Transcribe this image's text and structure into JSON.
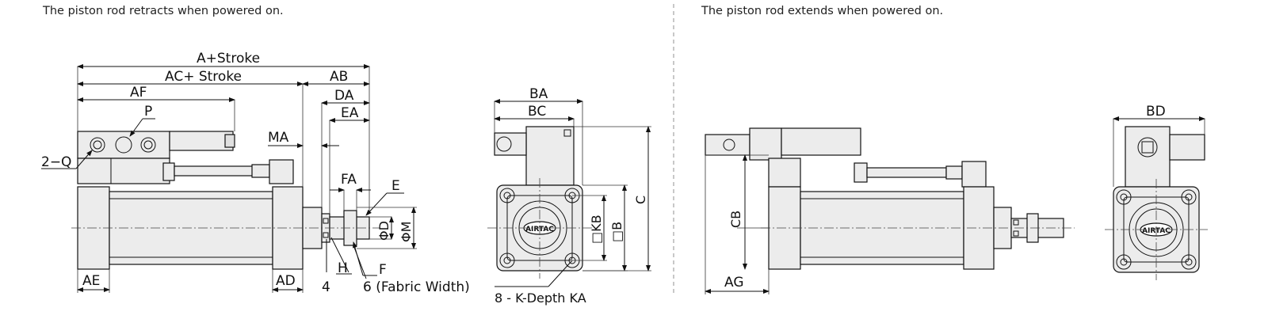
{
  "captions": {
    "left": "The piston rod retracts when powered on.",
    "right": "The piston rod extends when powered on."
  },
  "labels": {
    "a_stroke": "A+Stroke",
    "ac_stroke": "AC+ Stroke",
    "ab": "AB",
    "af": "AF",
    "p": "P",
    "da": "DA",
    "ea": "EA",
    "ma": "MA",
    "two_q": "2−Q",
    "fa": "FA",
    "e": "E",
    "phi_d": "ΦD",
    "phi_m": "ΦM",
    "h": "H",
    "f": "F",
    "four": "4",
    "six_fabric": "6 (Fabric Width)",
    "ae": "AE",
    "ad": "AD",
    "ba": "BA",
    "bc": "BC",
    "kb": "□KB",
    "b": "□B",
    "c": "C",
    "k_depth": "8 - K-Depth KA",
    "cb": "CB",
    "ag": "AG",
    "bd": "BD",
    "logo": "AIRTAC"
  },
  "colors": {
    "body_fill": "#ececec",
    "line": "#111111",
    "separator": "#aaaaaa"
  }
}
